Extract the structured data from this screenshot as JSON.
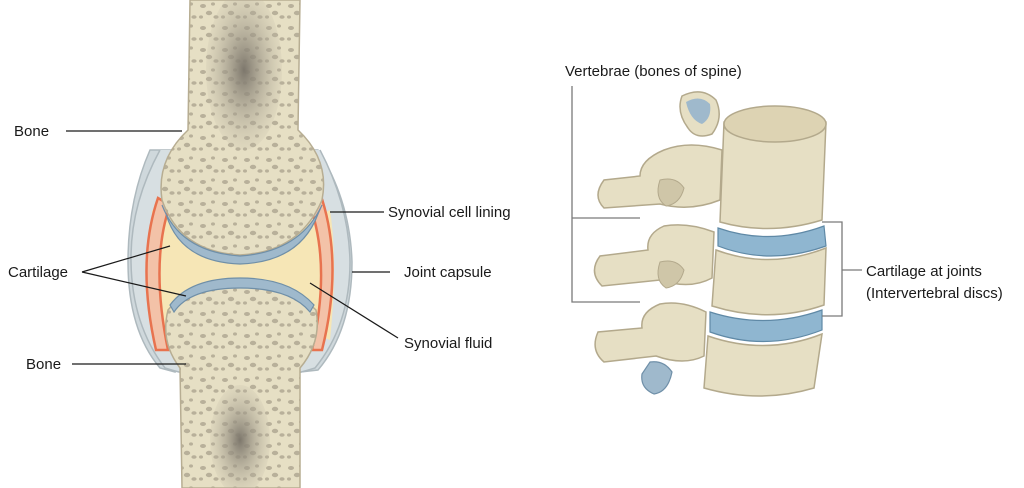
{
  "joint_diagram": {
    "labels": {
      "bone_top": "Bone",
      "cartilage": "Cartilage",
      "bone_bottom": "Bone",
      "synovial_cell_lining": "Synovial cell lining",
      "joint_capsule": "Joint capsule",
      "synovial_fluid": "Synovial fluid"
    }
  },
  "spine_diagram": {
    "labels": {
      "vertebrae": "Vertebrae (bones of spine)",
      "cartilage_line1": "Cartilage at joints",
      "cartilage_line2": "(Intervertebral discs)"
    }
  },
  "colors": {
    "bone": "#e6dfc4",
    "bone_pore": "#b8b09a",
    "marrow": "#8a857a",
    "capsule": "#cfd8dc",
    "cartilage": "#9fb9cc",
    "lining": "#e8734f",
    "fluid": "#f6e6b6",
    "disc": "#8fb6d0"
  }
}
